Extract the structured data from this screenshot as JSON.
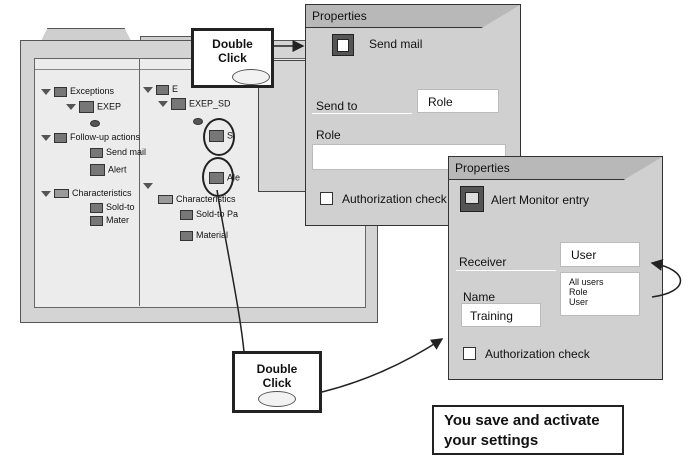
{
  "tree_left": {
    "exceptions_label": "Exceptions",
    "exep_label": "EXEP",
    "followup_label": "Follow-up actions",
    "send_mail_label": "Send mail",
    "alert_label": "Alert",
    "characteristics_label": "Characteristics",
    "sold_to_label": "Sold-to",
    "mater_label": "Mater"
  },
  "tree_right": {
    "e_label": "E",
    "exep_sd_label": "EXEP_SD",
    "s_label": "S",
    "ale_label": "Ale",
    "characteristics_label": "Characteristics",
    "sold_to_pa_label": "Sold-to Pa",
    "material_label": "Material"
  },
  "double_click_top": "Double\nClick",
  "double_click_bottom": "Double\nClick",
  "properties_send": {
    "title": "Properties",
    "heading": "Send mail",
    "send_to_label": "Send to",
    "send_to_value": "Role",
    "role_label": "Role",
    "role_value": "",
    "auth_check_label": "Authorization check"
  },
  "properties_alert": {
    "title": "Properties",
    "heading": "Alert Monitor entry",
    "receiver_label": "Receiver",
    "receiver_value": "User",
    "options": [
      "All users",
      "Role",
      "User"
    ],
    "name_label": "Name",
    "name_value": "Training",
    "auth_check_label": "Authorization check"
  },
  "info_text": "You save and activate your settings"
}
